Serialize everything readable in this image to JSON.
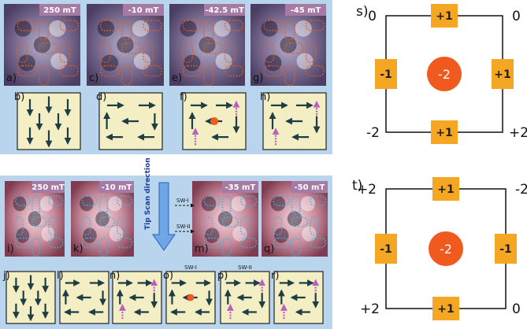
{
  "colors": {
    "panel_bg": "#b9d5ee",
    "card_bg": "#f3eec4",
    "arrow": "#1f3d44",
    "magenta_arrow": "#b85fbf",
    "orange_charge": "#f05a1e",
    "badge_orange": "#f5a623",
    "field_tag": "#a77aa6",
    "top_loop": "#e0601e",
    "bottom_loop": "#42b3d8"
  },
  "top_panel": {
    "images": [
      {
        "label": "a)",
        "field": "250 mT"
      },
      {
        "label": "c)",
        "field": "-10 mT"
      },
      {
        "label": "e)",
        "field": "-42.5 mT"
      },
      {
        "label": "g)",
        "field": "-45 mT"
      }
    ],
    "cards": [
      {
        "label": "b)"
      },
      {
        "label": "d)"
      },
      {
        "label": "f)"
      },
      {
        "label": "h)"
      }
    ]
  },
  "bottom_panel": {
    "images": [
      {
        "label": "i)",
        "field": "250 mT"
      },
      {
        "label": "k)",
        "field": "-10 mT"
      },
      {
        "label": "m)",
        "field": "-35 mT"
      },
      {
        "label": "q)",
        "field": "-50 mT"
      }
    ],
    "tip_text": "Tip Scan direction",
    "sw1": "SW-I",
    "sw2": "SW-II",
    "cards": [
      {
        "label": "j)"
      },
      {
        "label": "l)"
      },
      {
        "label": "n)"
      },
      {
        "label": "o)",
        "tag": "SW-I"
      },
      {
        "label": "p)",
        "tag": "SW-II"
      },
      {
        "label": "r)"
      }
    ]
  },
  "diagram_s": {
    "label": "s)",
    "corners": {
      "tl": "0",
      "tr": "0",
      "bl": "-2",
      "br": "+2"
    },
    "edges": {
      "top": "+1",
      "left": "-1",
      "right": "+1",
      "bottom": "+1"
    },
    "center": "-2"
  },
  "diagram_t": {
    "label": "t)",
    "corners": {
      "tl": "+2",
      "tr": "-2",
      "bl": "+2",
      "br": "0"
    },
    "edges": {
      "top": "+1",
      "left": "-1",
      "right": "-1",
      "bottom": "+1"
    },
    "center": "-2"
  }
}
